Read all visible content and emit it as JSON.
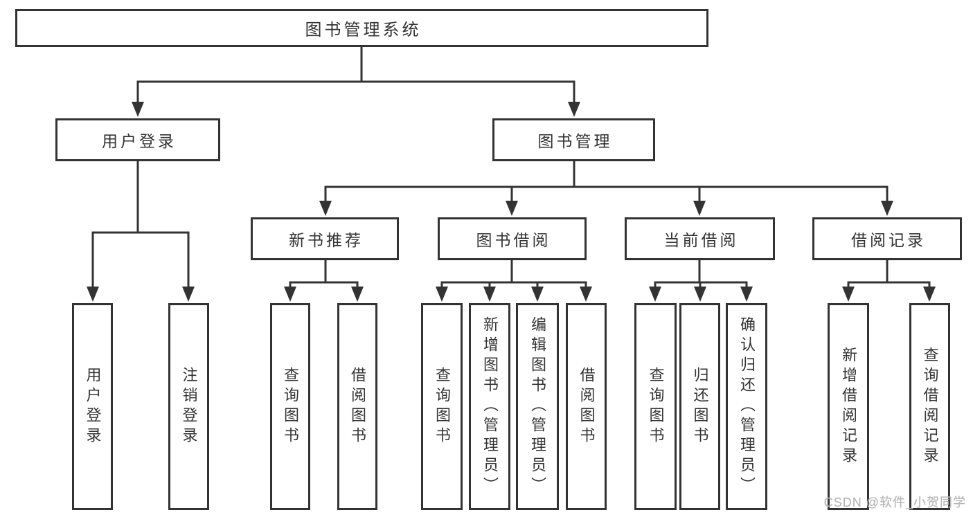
{
  "diagram_title": "图书管理系统",
  "colors": {
    "line": "#333333",
    "text": "#333333",
    "box_background": "#ffffff",
    "page_background": "#ffffff",
    "watermark": "#b5b5b5"
  },
  "nodes": {
    "root": "图书管理系统",
    "user_login": "用户登录",
    "book_management": "图书管理",
    "new_book_recommend": "新书推荐",
    "book_borrowing": "图书借阅",
    "current_borrowing": "当前借阅",
    "borrowing_records": "借阅记录",
    "leaf_user_login": "用户登录",
    "leaf_logout": "注销登录",
    "leaf_query_books_recommend": "查询图书",
    "leaf_borrow_books_recommend": "借阅图书",
    "leaf_query_books_borrowing": "查询图书",
    "leaf_add_books_admin": "新增图书（管理员）",
    "leaf_edit_books_admin": "编辑图书（管理员）",
    "leaf_borrow_books_borrowing": "借阅图书",
    "leaf_query_books_current": "查询图书",
    "leaf_return_books": "归还图书",
    "leaf_confirm_return_admin": "确认归还（管理员）",
    "leaf_add_borrow_record": "新增借阅记录",
    "leaf_query_borrow_record": "查询借阅记录"
  },
  "watermark": "CSDN @软件_小贺同学"
}
